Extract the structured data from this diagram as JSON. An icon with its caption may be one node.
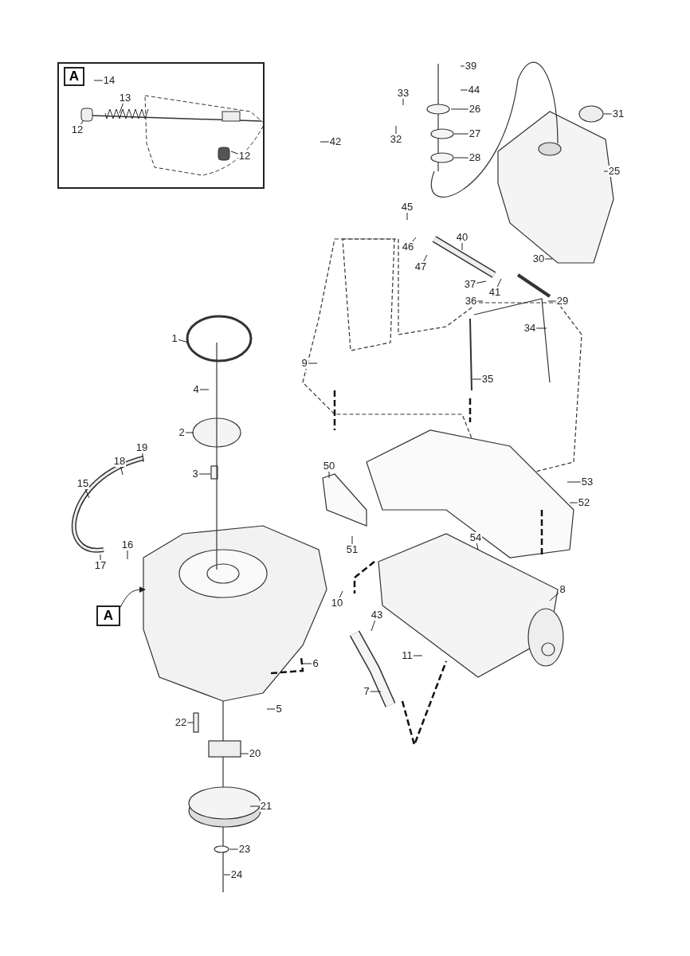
{
  "diagram": {
    "nodes": [
      {
        "text": [
          "A"
        ]
      },
      {
        "text": [
          "14"
        ],
        "in": 0
      },
      {
        "text": [
          "13"
        ],
        "in": 0
      },
      {
        "text": [
          "12"
        ],
        "in": 0
      },
      {
        "text": [
          "12"
        ],
        "in": 0
      },
      {
        "text": [
          "39"
        ]
      },
      {
        "text": [
          "44"
        ]
      },
      {
        "text": [
          "33"
        ]
      },
      {
        "text": [
          "26"
        ]
      },
      {
        "text": [
          "32"
        ]
      },
      {
        "text": [
          "27"
        ]
      },
      {
        "text": [
          "28"
        ]
      },
      {
        "text": [
          "42"
        ]
      },
      {
        "text": [
          "31"
        ]
      },
      {
        "text": [
          "25"
        ]
      },
      {
        "text": [
          "45"
        ]
      },
      {
        "text": [
          "40"
        ]
      },
      {
        "text": [
          "46"
        ]
      },
      {
        "text": [
          "47"
        ]
      },
      {
        "text": [
          "30"
        ]
      },
      {
        "text": [
          "37"
        ]
      },
      {
        "text": [
          "41"
        ]
      },
      {
        "text": [
          "36"
        ]
      },
      {
        "text": [
          "29"
        ]
      },
      {
        "text": [
          "34"
        ]
      },
      {
        "text": [
          "1"
        ]
      },
      {
        "text": [
          "9"
        ]
      },
      {
        "text": [
          "35"
        ]
      },
      {
        "text": [
          "4"
        ]
      },
      {
        "text": [
          "2"
        ]
      },
      {
        "text": [
          "19"
        ]
      },
      {
        "text": [
          "18"
        ]
      },
      {
        "text": [
          "3"
        ]
      },
      {
        "text": [
          "15"
        ]
      },
      {
        "text": [
          "50"
        ]
      },
      {
        "text": [
          "53"
        ]
      },
      {
        "text": [
          "52"
        ]
      },
      {
        "text": [
          "16"
        ]
      },
      {
        "text": [
          "17"
        ]
      },
      {
        "text": [
          "51"
        ]
      },
      {
        "text": [
          "54"
        ]
      },
      {
        "text": [
          "8"
        ]
      },
      {
        "text": [
          "10"
        ]
      },
      {
        "text": [
          "43"
        ]
      },
      {
        "text": [
          "11"
        ]
      },
      {
        "text": [
          "6"
        ]
      },
      {
        "text": [
          "7"
        ]
      },
      {
        "text": [
          "5"
        ]
      },
      {
        "text": [
          "22"
        ]
      },
      {
        "text": [
          "20"
        ]
      },
      {
        "text": [
          "21"
        ]
      },
      {
        "text": [
          "23"
        ]
      },
      {
        "text": [
          "24"
        ]
      },
      {
        "text": [
          "A"
        ]
      }
    ],
    "edges": [
      {
        "from": 1,
        "to": null,
        "arrow": "none"
      },
      {
        "from": 2,
        "to": null,
        "arrow": "none"
      },
      {
        "from": 3,
        "to": null,
        "arrow": "none"
      },
      {
        "from": 4,
        "to": null,
        "arrow": "none"
      },
      {
        "from": 5,
        "to": null,
        "arrow": "none"
      },
      {
        "from": 6,
        "to": null,
        "arrow": "none"
      },
      {
        "from": 7,
        "to": null,
        "arrow": "none"
      },
      {
        "from": 8,
        "to": null,
        "arrow": "none"
      },
      {
        "from": 9,
        "to": null,
        "arrow": "none"
      },
      {
        "from": 10,
        "to": null,
        "arrow": "none"
      },
      {
        "from": 11,
        "to": null,
        "arrow": "none"
      },
      {
        "from": 12,
        "to": null,
        "arrow": "none"
      },
      {
        "from": 13,
        "to": null,
        "arrow": "none"
      },
      {
        "from": 14,
        "to": null,
        "arrow": "none"
      },
      {
        "from": 15,
        "to": null,
        "arrow": "none"
      },
      {
        "from": 16,
        "to": null,
        "arrow": "none"
      },
      {
        "from": 17,
        "to": null,
        "arrow": "none"
      },
      {
        "from": 18,
        "to": null,
        "arrow": "none"
      },
      {
        "from": 19,
        "to": null,
        "arrow": "none"
      },
      {
        "from": 20,
        "to": null,
        "arrow": "none"
      },
      {
        "from": 21,
        "to": null,
        "arrow": "none"
      },
      {
        "from": 22,
        "to": null,
        "arrow": "none"
      },
      {
        "from": 23,
        "to": null,
        "arrow": "none"
      },
      {
        "from": 24,
        "to": null,
        "arrow": "none"
      },
      {
        "from": 25,
        "to": null,
        "arrow": "none"
      },
      {
        "from": 26,
        "to": null,
        "arrow": "none"
      },
      {
        "from": 27,
        "to": null,
        "arrow": "none"
      },
      {
        "from": 28,
        "to": null,
        "arrow": "none"
      },
      {
        "from": 29,
        "to": null,
        "arrow": "none"
      },
      {
        "from": 30,
        "to": null,
        "arrow": "none"
      },
      {
        "from": 31,
        "to": null,
        "arrow": "none"
      },
      {
        "from": 32,
        "to": null,
        "arrow": "none"
      },
      {
        "from": 33,
        "to": null,
        "arrow": "none"
      },
      {
        "from": 34,
        "to": null,
        "arrow": "none"
      },
      {
        "from": 35,
        "to": null,
        "arrow": "none"
      },
      {
        "from": 36,
        "to": null,
        "arrow": "none"
      },
      {
        "from": 37,
        "to": null,
        "arrow": "none"
      },
      {
        "from": 38,
        "to": null,
        "arrow": "none"
      },
      {
        "from": 39,
        "to": null,
        "arrow": "none"
      },
      {
        "from": 40,
        "to": null,
        "arrow": "none"
      },
      {
        "from": 41,
        "to": null,
        "arrow": "none"
      },
      {
        "from": 42,
        "to": null,
        "arrow": "none"
      },
      {
        "from": 43,
        "to": null,
        "arrow": "none"
      },
      {
        "from": 44,
        "to": null,
        "arrow": "none"
      },
      {
        "from": 45,
        "to": null,
        "arrow": "none"
      },
      {
        "from": 46,
        "to": null,
        "arrow": "none"
      },
      {
        "from": 47,
        "to": null,
        "arrow": "none"
      },
      {
        "from": 48,
        "to": null,
        "arrow": "none"
      },
      {
        "from": 49,
        "to": null,
        "arrow": "none"
      },
      {
        "from": 50,
        "to": null,
        "arrow": "none"
      },
      {
        "from": 51,
        "to": null,
        "arrow": "none"
      },
      {
        "from": 52,
        "to": null,
        "arrow": "none"
      },
      {
        "from": 53,
        "to": null,
        "arrow": "to"
      }
    ]
  }
}
